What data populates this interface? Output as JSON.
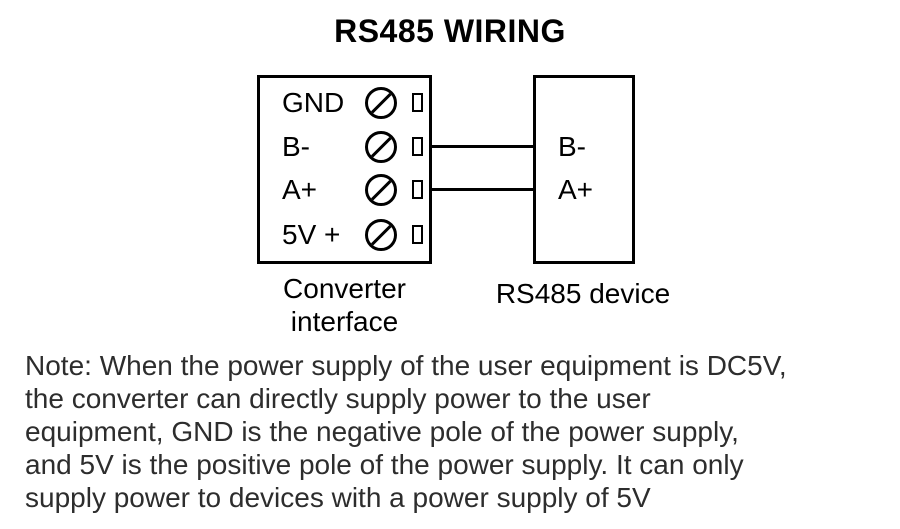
{
  "title": "RS485 WIRING",
  "colors": {
    "background": "#ffffff",
    "line": "#000000",
    "diagram_text": "#000000",
    "note_text": "#2d2d2d"
  },
  "diagram": {
    "converter": {
      "caption": "Converter\ninterface",
      "terminals": [
        {
          "label": "GND"
        },
        {
          "label": "B-"
        },
        {
          "label": "A+"
        },
        {
          "label": "5V +"
        }
      ]
    },
    "device": {
      "caption": "RS485 device",
      "pins": [
        {
          "label": "B-"
        },
        {
          "label": "A+"
        }
      ]
    },
    "wires": [
      {
        "from": "B-",
        "to": "B-"
      },
      {
        "from": "A+",
        "to": "A+"
      }
    ],
    "icons": {
      "screw_terminal": "circled slash ⊘",
      "terminal_slot": "small open rectangle ▯"
    }
  },
  "note": "Note: When the power supply of the user equipment is DC5V,\nthe converter can directly supply power to the user\nequipment, GND is the negative pole of the power supply,\nand 5V is the positive pole of the power supply. It can only\nsupply power to devices with a power supply of 5V"
}
